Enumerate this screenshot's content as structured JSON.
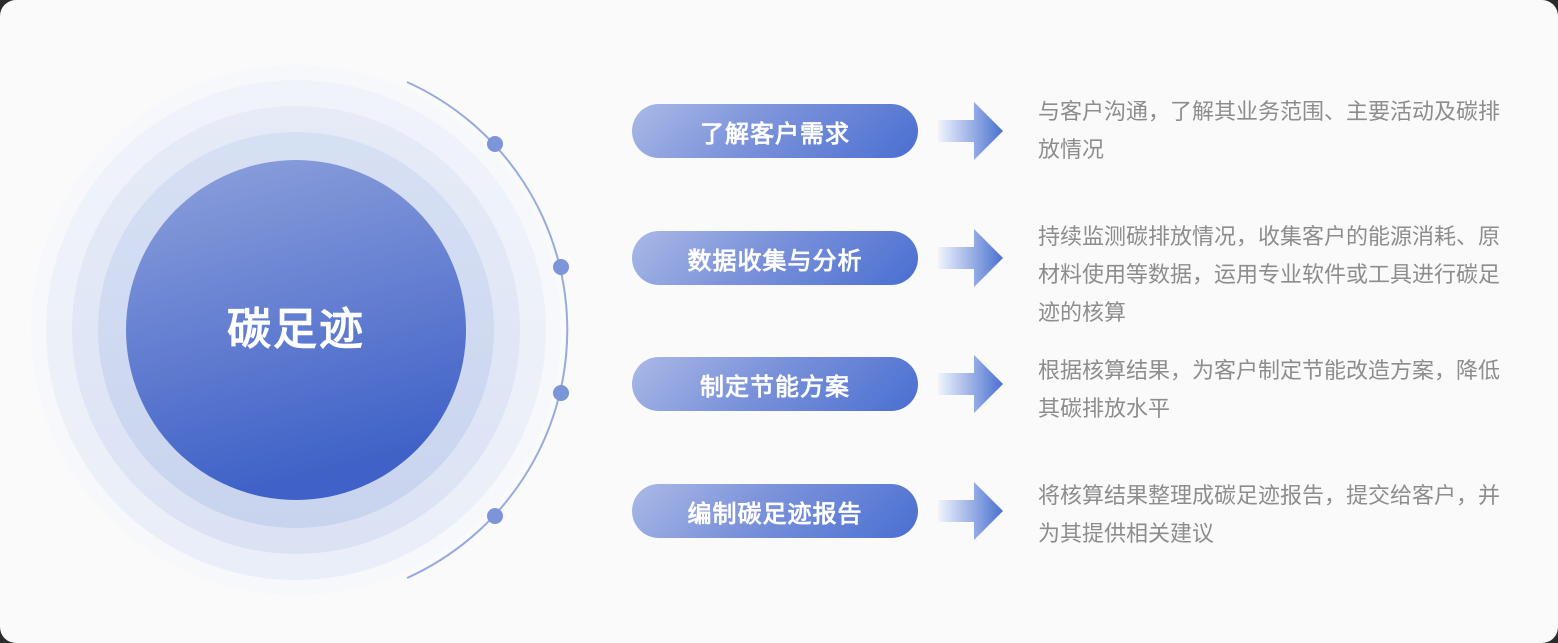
{
  "center": {
    "label": "碳足迹"
  },
  "steps": [
    {
      "label": "了解客户需求",
      "description": "与客户沟通，了解其业务范围、主要活动及碳排放情况"
    },
    {
      "label": "数据收集与分析",
      "description": "持续监测碳排放情况，收集客户的能源消耗、原材料使用等数据，运用专业软件或工具进行碳足迹的核算"
    },
    {
      "label": "制定节能方案",
      "description": "根据核算结果，为客户制定节能改造方案，降低其碳排放水平"
    },
    {
      "label": "编制碳足迹报告",
      "description": "将核算结果整理成碳足迹报告，提交给客户，并为其提供相关建议"
    }
  ],
  "colors": {
    "card_background": "#fafafa",
    "circle_gradient_top": "#8ea1dc",
    "circle_gradient_bottom": "#4062c8",
    "ring_inner": "#cfd9f0",
    "ring_middle": "#dfe6f5",
    "ring_outer": "#eef1f9",
    "pill_gradient_start": "#aab9e6",
    "pill_gradient_end": "#4a6fd1",
    "arrow_gradient_start": "#f0f4fc",
    "arrow_gradient_end": "#4a70d1",
    "orbit_line": "#97abdf",
    "orbit_dot": "#7b95d8",
    "description_text": "#8d8d8d",
    "label_text": "#ffffff"
  }
}
